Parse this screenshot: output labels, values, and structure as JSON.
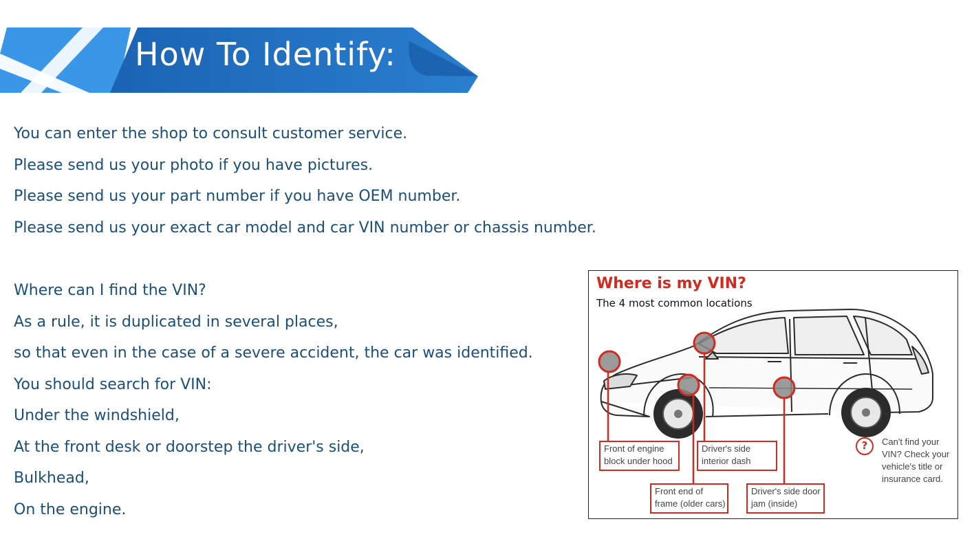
{
  "banner": {
    "title": "How To Identify:",
    "colors": {
      "dark_blue": "#1f6fc0",
      "light_blue": "#3f9ae6",
      "text": "#ffffff"
    }
  },
  "intro_lines": [
    "You can enter the shop to consult customer service.",
    "Please send us your photo if you have pictures.",
    "Please send us your part number if you have OEM number.",
    "Please send us your exact car model and car VIN number or chassis number."
  ],
  "vin_lines": [
    "Where can I find the VIN?",
    "As a rule, it is duplicated in several places,",
    "so that even in the case of a severe accident, the car was identified.",
    "You should search for VIN:",
    "Under the windshield,",
    "At the front desk or doorstep the driver's side,",
    "Bulkhead,",
    "On the engine."
  ],
  "text_color": "#1a4f7a",
  "diagram": {
    "title": "Where is my VIN?",
    "subtitle": "The 4 most common locations",
    "accent_color": "#d22a1e",
    "callouts": {
      "engine": [
        "Front of engine",
        "block under hood"
      ],
      "dash": [
        "Driver's side",
        "interior dash"
      ],
      "frame": [
        "Front end of",
        "frame (older cars)"
      ],
      "door": [
        "Driver's side door",
        "jam (inside)"
      ]
    },
    "help": {
      "icon": "?",
      "lines": [
        "Can't find your",
        "VIN? Check your",
        "vehicle's title or",
        "insurance card."
      ]
    }
  }
}
